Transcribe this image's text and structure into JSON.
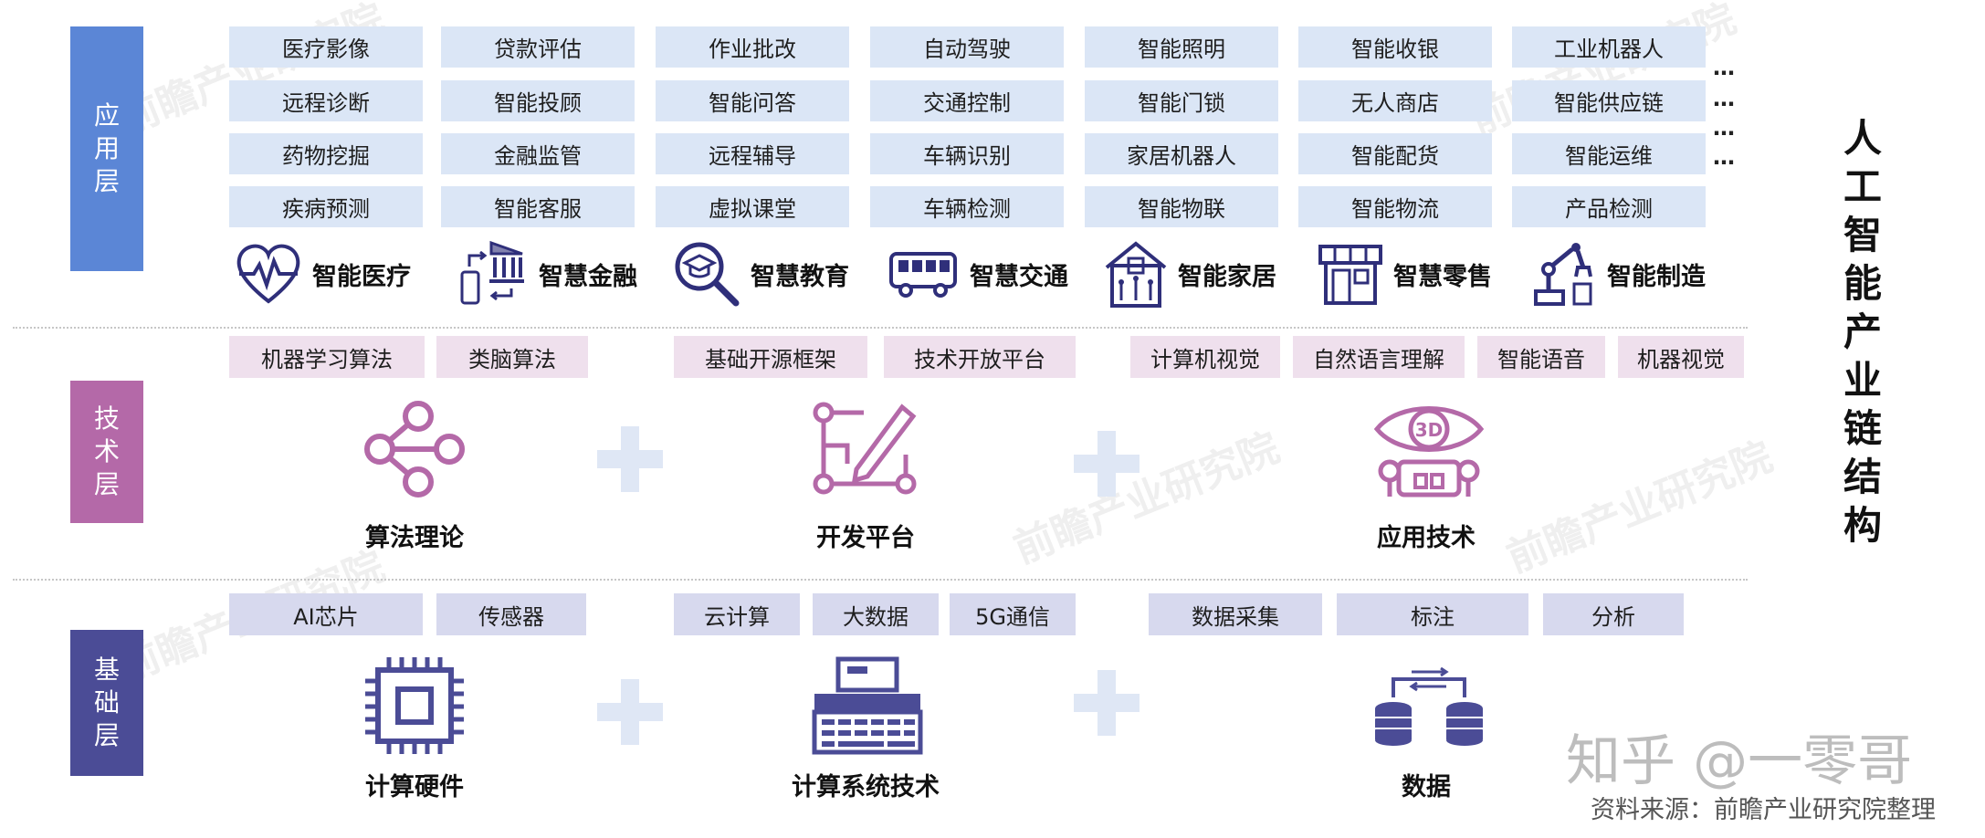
{
  "title": "人工智能产业链结构",
  "layers": {
    "application": "应用层",
    "technology": "技术层",
    "foundation": "基础层"
  },
  "application": {
    "columns": [
      {
        "items": [
          "医疗影像",
          "远程诊断",
          "药物挖掘",
          "疾病预测"
        ],
        "category": "智能医疗",
        "icon": "heart-pulse-icon"
      },
      {
        "items": [
          "贷款评估",
          "智能投顾",
          "金融监管",
          "智能客服"
        ],
        "category": "智慧金融",
        "icon": "bank-transfer-icon"
      },
      {
        "items": [
          "作业批改",
          "智能问答",
          "远程辅导",
          "虚拟课堂"
        ],
        "category": "智慧教育",
        "icon": "graduation-search-icon"
      },
      {
        "items": [
          "自动驾驶",
          "交通控制",
          "车辆识别",
          "车辆检测"
        ],
        "category": "智慧交通",
        "icon": "bus-icon"
      },
      {
        "items": [
          "智能照明",
          "智能门锁",
          "家居机器人",
          "智能物联"
        ],
        "category": "智能家居",
        "icon": "smart-house-icon"
      },
      {
        "items": [
          "智能收银",
          "无人商店",
          "智能配货",
          "智能物流"
        ],
        "category": "智慧零售",
        "icon": "storefront-icon"
      },
      {
        "items": [
          "工业机器人",
          "智能供应链",
          "智能运维",
          "产品检测"
        ],
        "category": "智能制造",
        "icon": "robot-arm-icon"
      }
    ],
    "ellipsis": "…"
  },
  "technology": {
    "boxes": [
      "机器学习算法",
      "类脑算法",
      "基础开源框架",
      "技术开放平台",
      "计算机视觉",
      "自然语言理解",
      "智能语音",
      "机器视觉"
    ],
    "groups": [
      {
        "label": "算法理论",
        "icon": "network-nodes-icon"
      },
      {
        "label": "开发平台",
        "icon": "blueprint-pen-icon"
      },
      {
        "label": "应用技术",
        "icon": "3d-eye-robot-icon"
      }
    ]
  },
  "foundation": {
    "boxes": [
      "AI芯片",
      "传感器",
      "云计算",
      "大数据",
      "5G通信",
      "数据采集",
      "标注",
      "分析"
    ],
    "groups": [
      {
        "label": "计算硬件",
        "icon": "chip-icon"
      },
      {
        "label": "计算系统技术",
        "icon": "computer-system-icon"
      },
      {
        "label": "数据",
        "icon": "database-sync-icon"
      }
    ]
  },
  "source": "资料来源：前瞻产业研究院整理",
  "signature": "知乎 @一零哥",
  "watermark": "前瞻产业研究院",
  "colors": {
    "app_layer": "#5b86d6",
    "tech_layer": "#b469a8",
    "base_layer": "#4b4c96",
    "app_box": "#dbe6f6",
    "tech_box": "#efe0ed",
    "base_box": "#d7d9ee",
    "plus": "#dfe7f5"
  }
}
